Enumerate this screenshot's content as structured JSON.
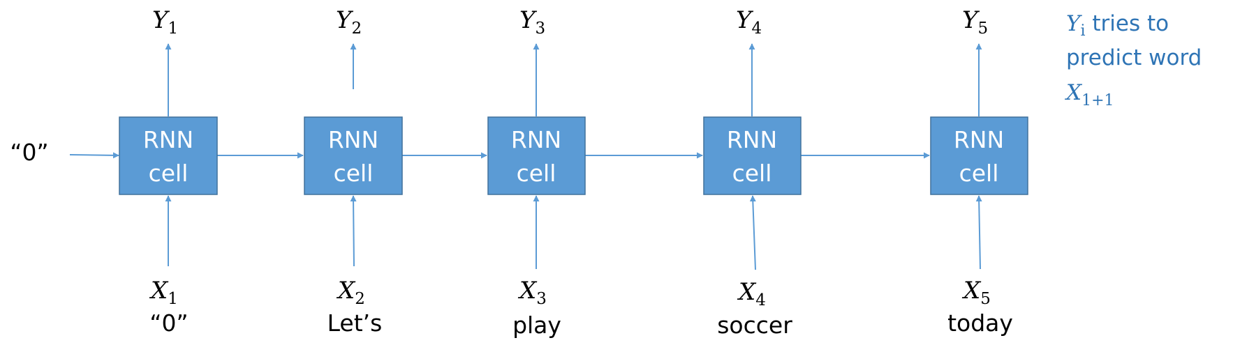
{
  "initial_state": "“0”",
  "cells": [
    {
      "line1": "RNN",
      "line2": "cell",
      "input_var": "X",
      "input_sub": "1",
      "input_word": "“0”",
      "output_var": "Y",
      "output_sub": "1"
    },
    {
      "line1": "RNN",
      "line2": "cell",
      "input_var": "X",
      "input_sub": "2",
      "input_word": "Let’s",
      "output_var": "Y",
      "output_sub": "2"
    },
    {
      "line1": "RNN",
      "line2": "cell",
      "input_var": "X",
      "input_sub": "3",
      "input_word": "play",
      "output_var": "Y",
      "output_sub": "3"
    },
    {
      "line1": "RNN",
      "line2": "cell",
      "input_var": "X",
      "input_sub": "4",
      "input_word": "soccer",
      "output_var": "Y",
      "output_sub": "4"
    },
    {
      "line1": "RNN",
      "line2": "cell",
      "input_var": "X",
      "input_sub": "5",
      "input_word": "today",
      "output_var": "Y",
      "output_sub": "5"
    }
  ],
  "note": {
    "var1": "Y",
    "var1_sub": "i",
    "line1_text": " tries to",
    "line2_text": "predict word",
    "var2": "X",
    "var2_sub": "1+1"
  },
  "colors": {
    "cell_fill": "#5b9bd5",
    "cell_border": "#41719c",
    "arrow": "#5b9bd5",
    "note_text": "#2e74b5"
  }
}
